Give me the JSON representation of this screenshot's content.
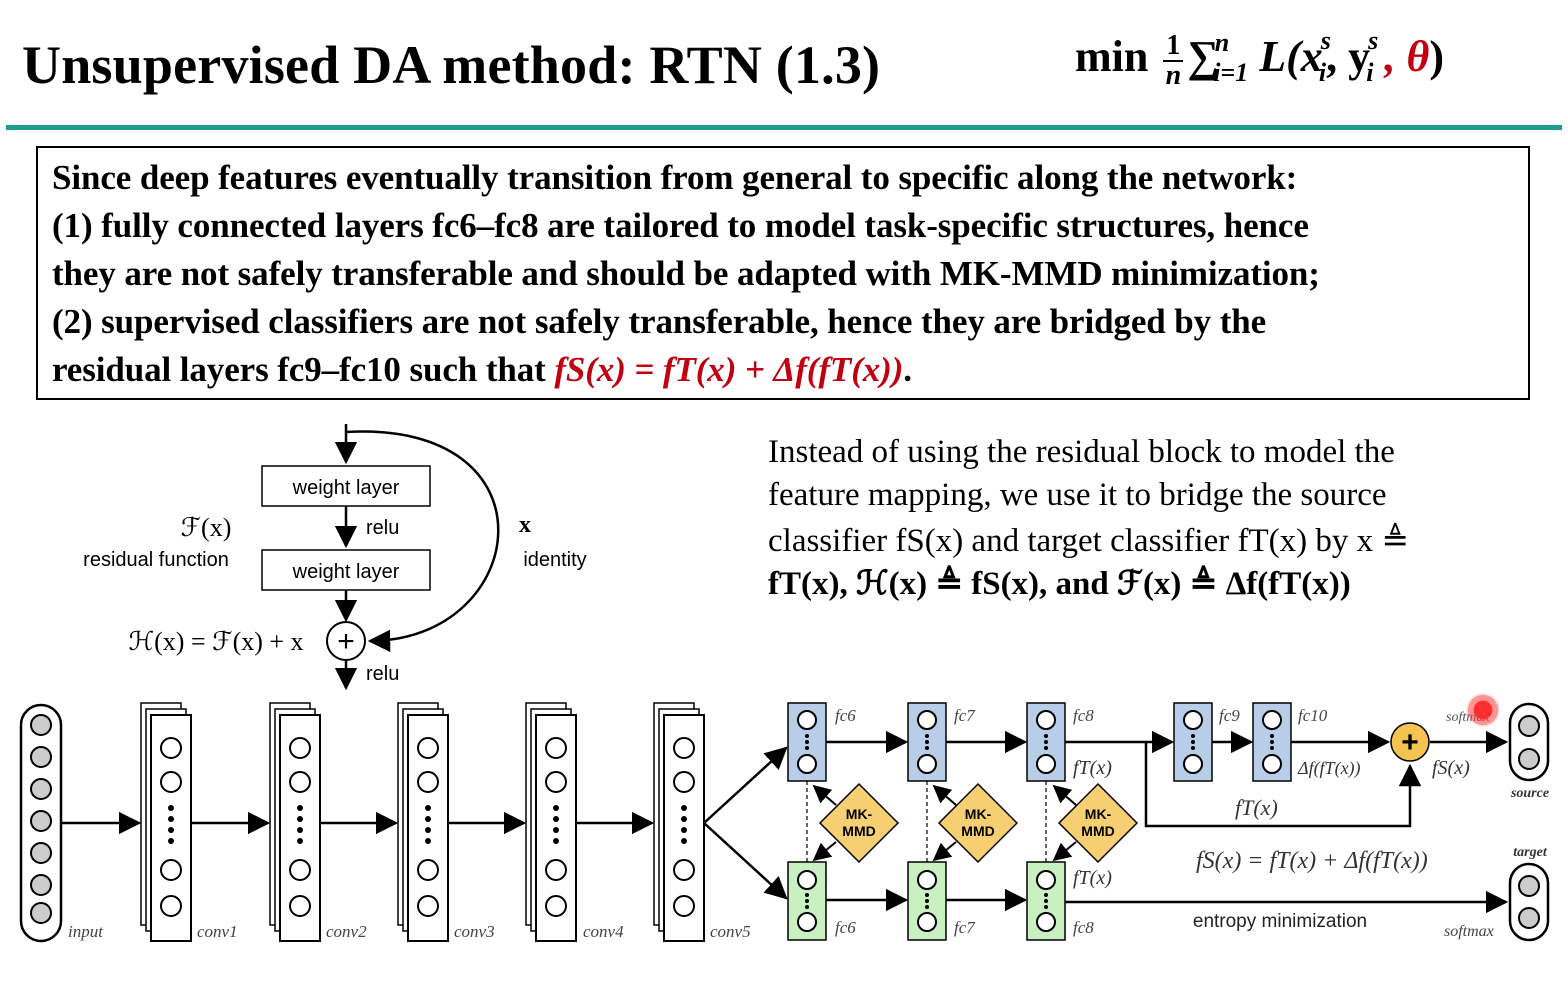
{
  "slide": {
    "title": "Unsupervised DA method: RTN (1.3)",
    "formula": {
      "min": "min",
      "frac_num": "1",
      "frac_den": "n",
      "sum": "∑",
      "sum_sub": "i=1",
      "sum_sup": "n",
      "L": "L(x",
      "x_sup": "s",
      "x_sub": "i",
      "comma": ", y",
      "y_sup": "s",
      "y_sub": "i",
      "theta": " , θ",
      "close": ")"
    },
    "box_lines": [
      "Since deep features eventually transition from general to specific along the network:",
      "(1) fully connected layers fc6–fc8 are tailored to model task-specific structures, hence",
      "they are not safely transferable and should be adapted with MK-MMD minimization;",
      "(2) supervised classifiers are not safely transferable, hence they are bridged by the"
    ],
    "box_line5_text": "residual layers fc9–fc10 such that ",
    "box_line5_eq": "fS(x) = fT(x) + Δf(fT(x))",
    "box_line5_end": ".",
    "paragraph": [
      "Instead of using the residual block to model the",
      "feature mapping, we use it to bridge the source",
      "classifier fS(x) and target classifier fT(x) by x ≜",
      "fT(x), ℋ(x) ≜ fS(x), and ℱ(x) ≜ Δf(fT(x))"
    ]
  },
  "residual_block": {
    "weight_layer_1": "weight layer",
    "weight_layer_2": "weight layer",
    "relu_1": "relu",
    "relu_2": "relu",
    "fx": "ℱ(x)",
    "residual_function": "residual function",
    "x": "x",
    "identity": "identity",
    "hx": "ℋ(x) = ℱ(x) + x",
    "plus": "+"
  },
  "network": {
    "conv_labels": [
      "input",
      "conv1",
      "conv2",
      "conv3",
      "conv4",
      "conv5"
    ],
    "fc_top_labels": [
      "fc6",
      "fc7",
      "fc8",
      "fc9",
      "fc10"
    ],
    "fc_bottom_labels": [
      "fc6",
      "fc7",
      "fc8"
    ],
    "mmd_label_1": "MK-",
    "mmd_label_2": "MMD",
    "fT_top": "fT(x)",
    "fT_bottom": "fT(x)",
    "fT_skip": "fT(x)",
    "delta_label": "Δf(fT(x))",
    "fS_label": "fS(x)",
    "source": "source",
    "target": "target",
    "softmax_bottom": "softmax",
    "softmax_top": "softmax",
    "equation": "fS(x) = fT(x) + Δf(fT(x))",
    "entropy": "entropy minimization",
    "plus": "+"
  },
  "colors": {
    "rule": "#1f9c8c",
    "red": "#c00010",
    "fc_blue": "#b8cde8",
    "fc_green": "#c8f0c0",
    "mmd_gold": "#f5cf72",
    "plus_gold": "#f3c44f"
  }
}
